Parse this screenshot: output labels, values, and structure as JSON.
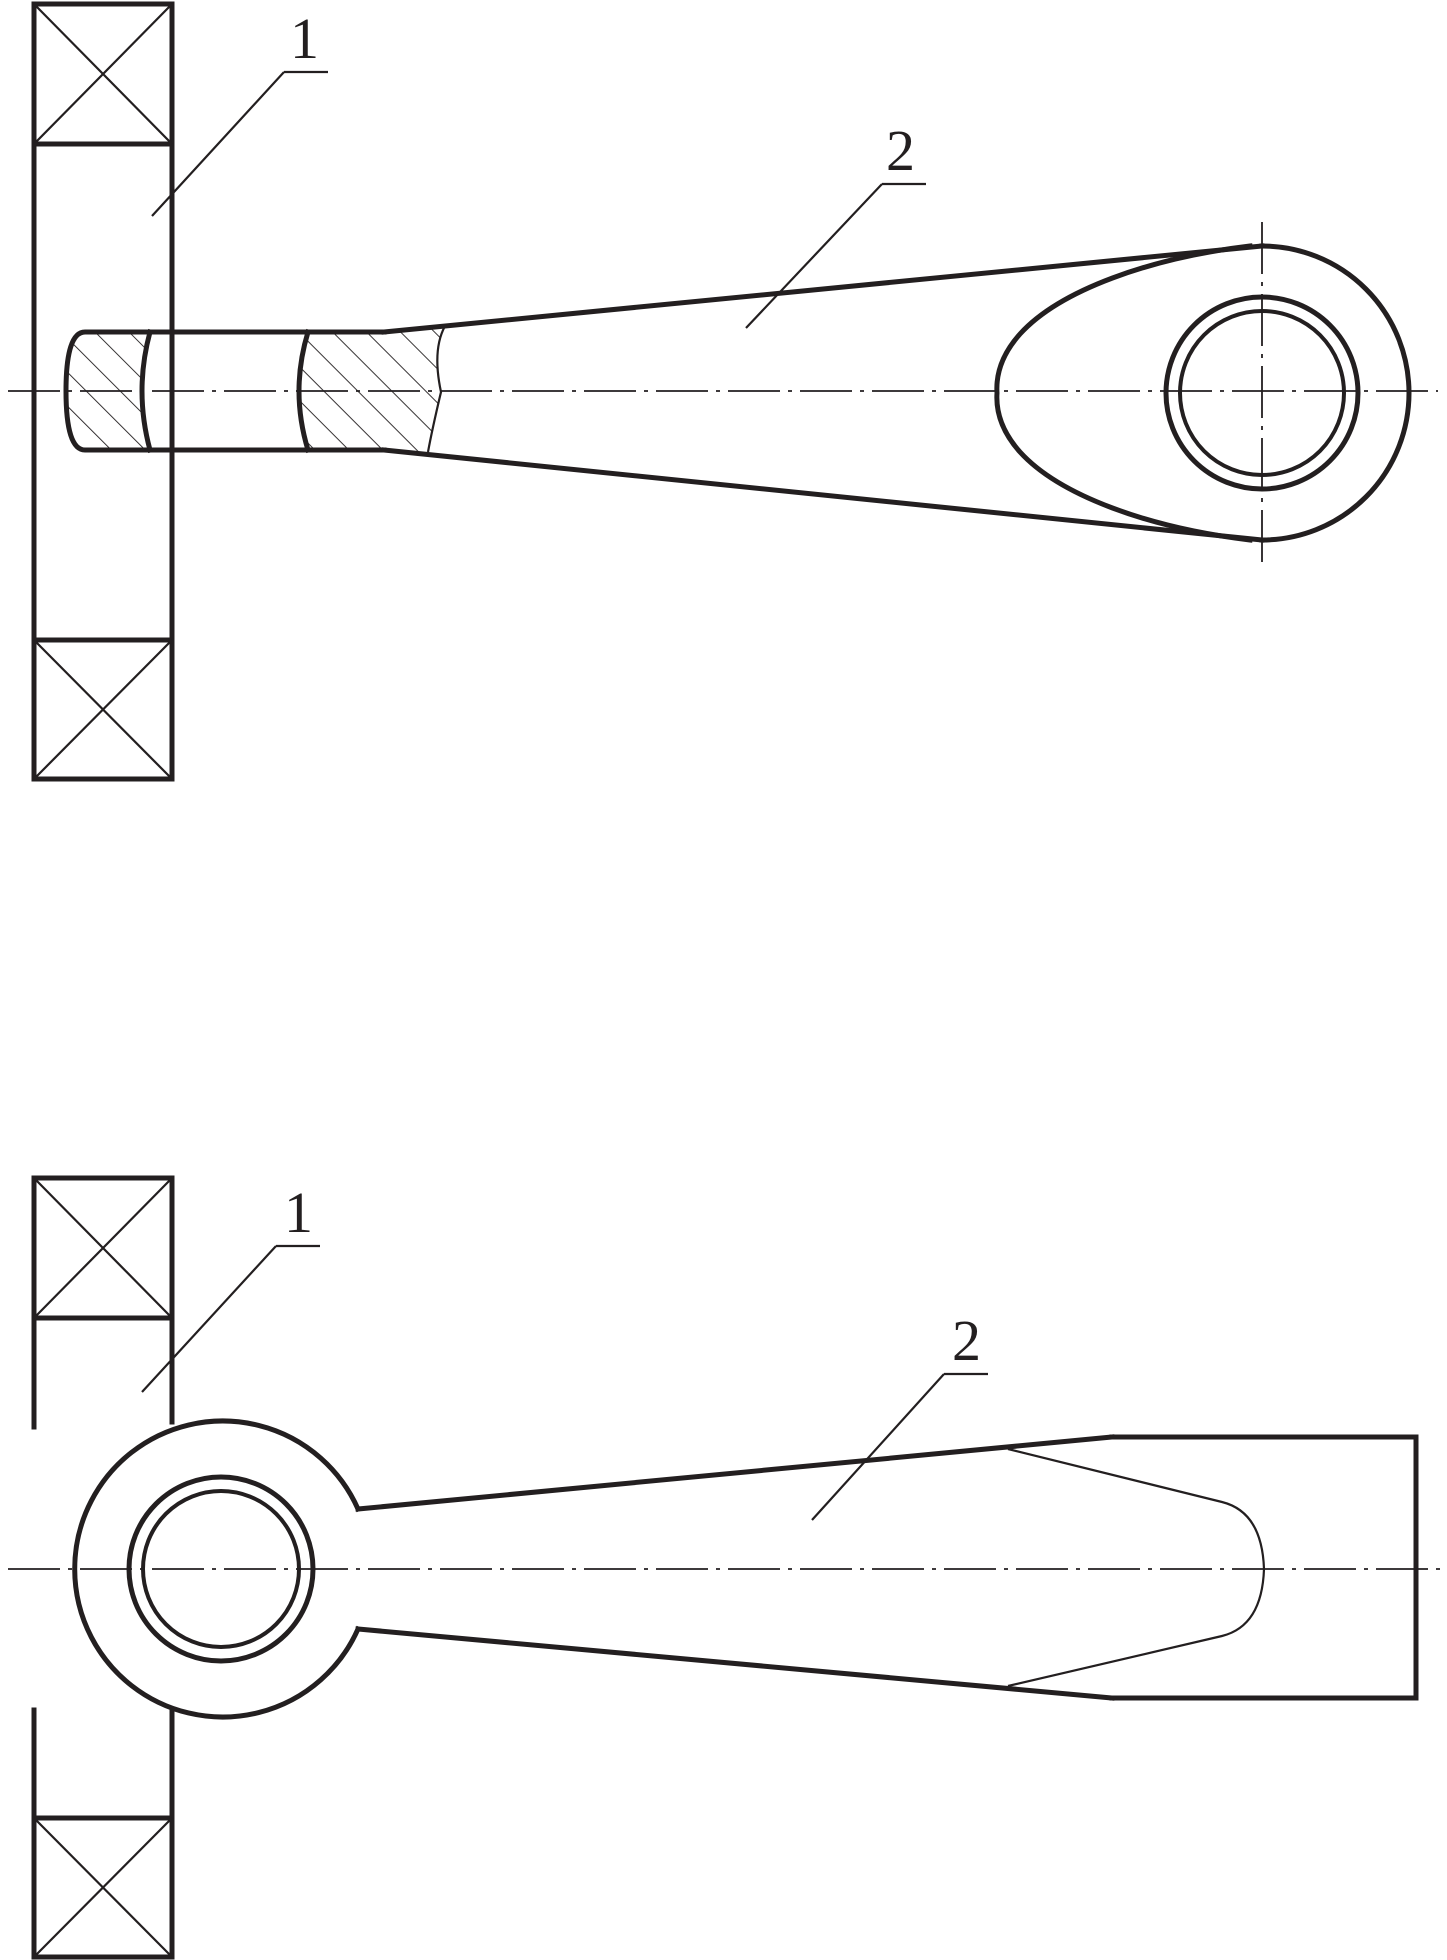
{
  "figure": {
    "top_view": {
      "callouts": [
        {
          "id": "part-1",
          "label": "1"
        },
        {
          "id": "part-2",
          "label": "2"
        }
      ]
    },
    "bottom_view": {
      "callouts": [
        {
          "id": "part-1",
          "label": "1"
        },
        {
          "id": "part-2",
          "label": "2"
        }
      ]
    }
  },
  "colors": {
    "line": "#231f20",
    "background": "#ffffff"
  }
}
